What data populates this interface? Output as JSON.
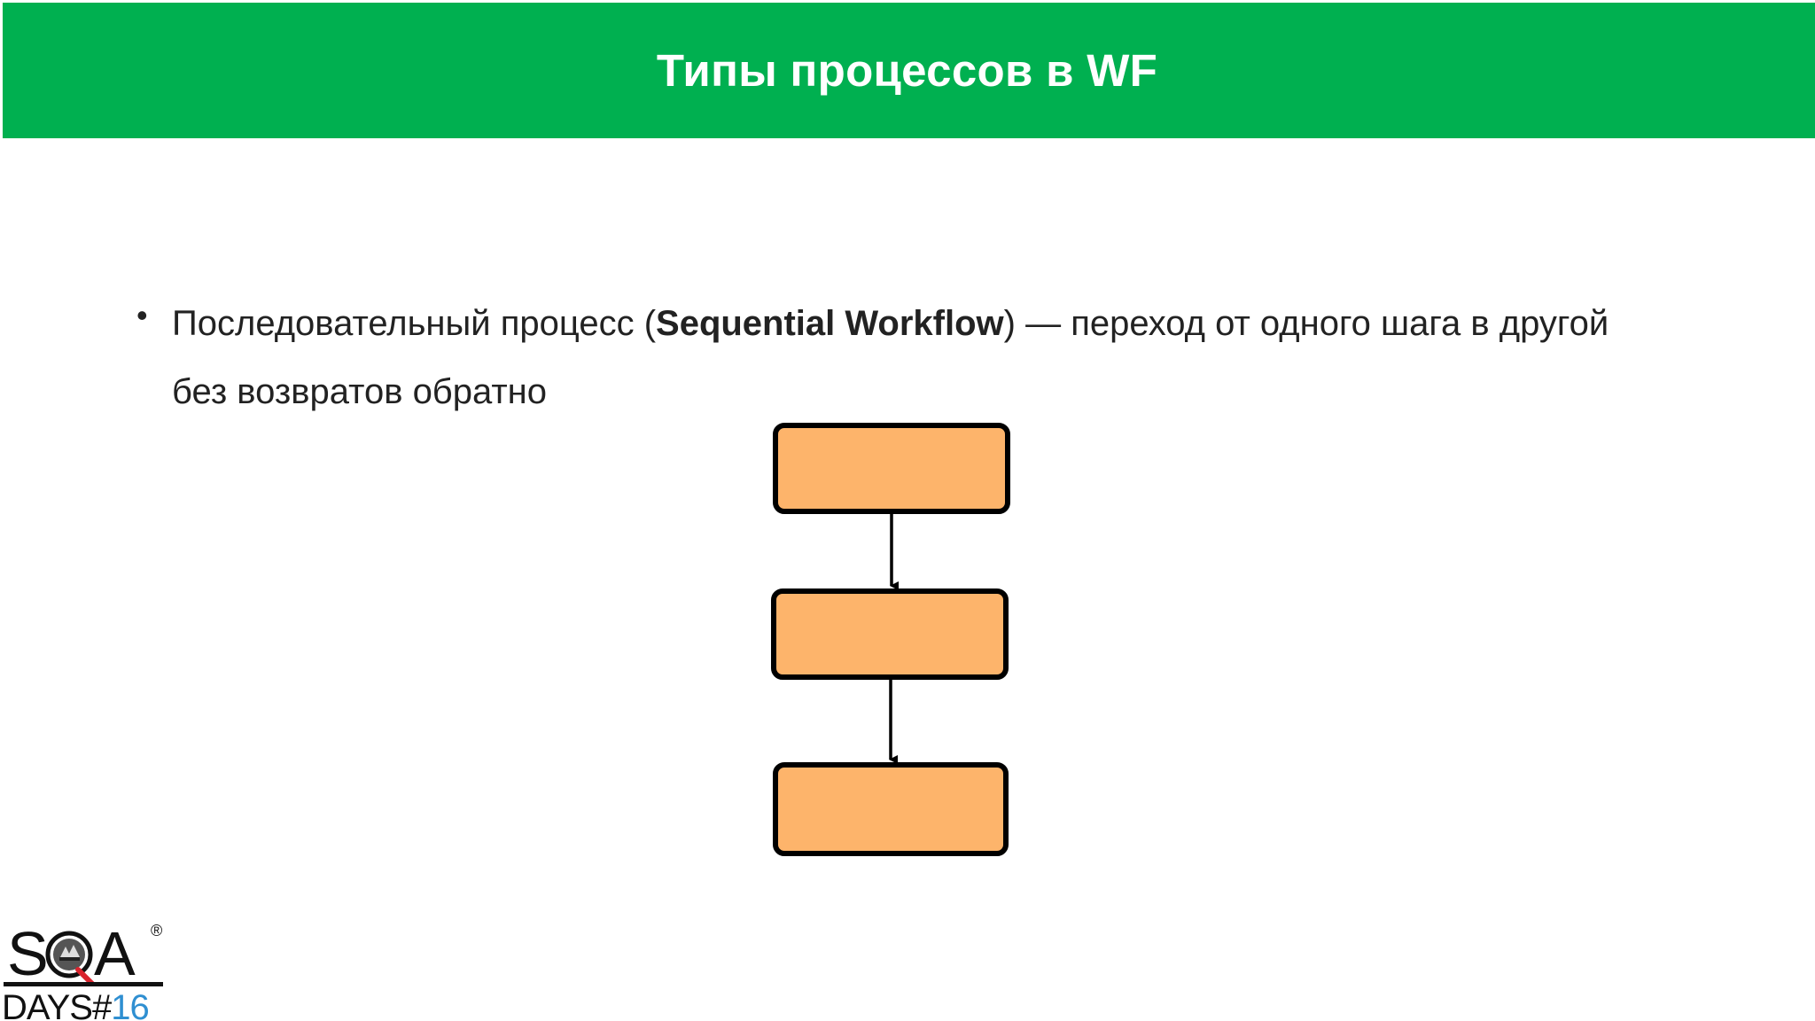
{
  "slide": {
    "title": "Типы процессов в WF"
  },
  "bullet": {
    "marker": "•",
    "text_before": "Последовательный процесс (",
    "text_bold": "Sequential Workflow",
    "text_after": ") — переход от одного шага в другой без возвратов обратно"
  },
  "diagram": {
    "type": "sequential-flow",
    "steps": [
      "",
      "",
      ""
    ],
    "step_fill": "#fdb46b",
    "step_stroke": "#000000"
  },
  "logo": {
    "line1": "SQA",
    "line2_prefix": "DAYS#",
    "line2_number": "16",
    "registered": "®",
    "number_color": "#2f8fd1"
  },
  "colors": {
    "header": "#00b050",
    "text": "#222222"
  }
}
